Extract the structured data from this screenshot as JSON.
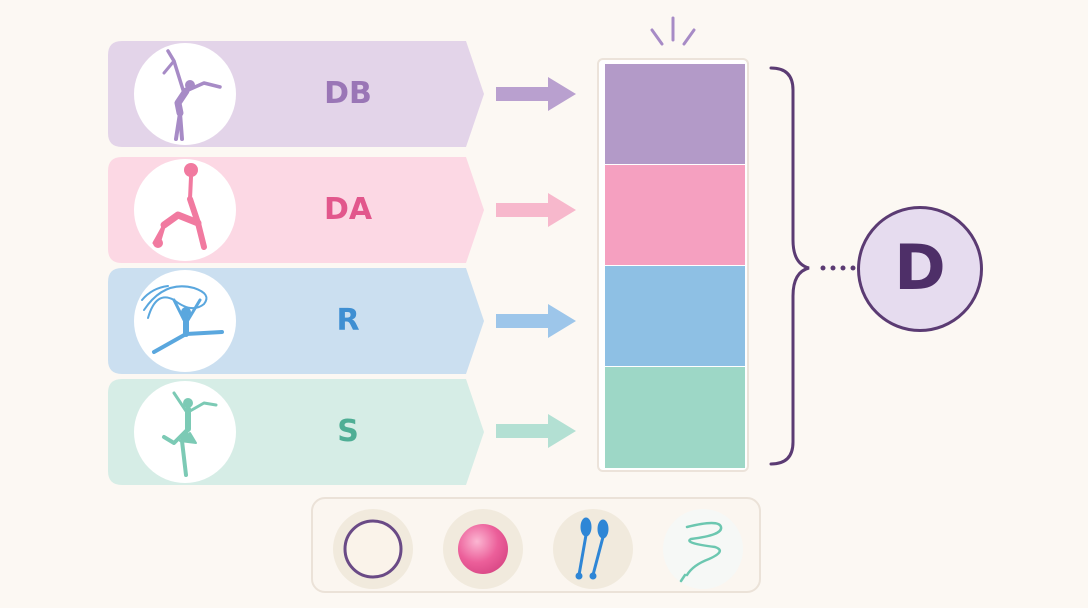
{
  "rows": [
    {
      "label": "DB",
      "color": "#e3d4e9",
      "text_color": "#9a76b6",
      "figure_color": "#a78bc6",
      "arrow_color": "#b9a0cf",
      "block_color": "#b39ac8"
    },
    {
      "label": "DA",
      "color": "#fcd8e4",
      "text_color": "#e2578c",
      "figure_color": "#f17aa0",
      "arrow_color": "#f7b8cc",
      "block_color": "#f5a0c0"
    },
    {
      "label": "R",
      "color": "#cbdff0",
      "text_color": "#3f8fd2",
      "figure_color": "#5aa7de",
      "arrow_color": "#9dc6ea",
      "block_color": "#8ec0e4"
    },
    {
      "label": "S",
      "color": "#d6ede6",
      "text_color": "#4fae95",
      "figure_color": "#7ccab5",
      "arrow_color": "#b3e0d3",
      "block_color": "#9dd7c6"
    }
  ],
  "total": {
    "label": "D",
    "color": "#4e2f68"
  },
  "apparatus": [
    {
      "icon": "hoop-icon"
    },
    {
      "icon": "ball-icon"
    },
    {
      "icon": "clubs-icon"
    },
    {
      "icon": "ribbon-icon"
    }
  ]
}
